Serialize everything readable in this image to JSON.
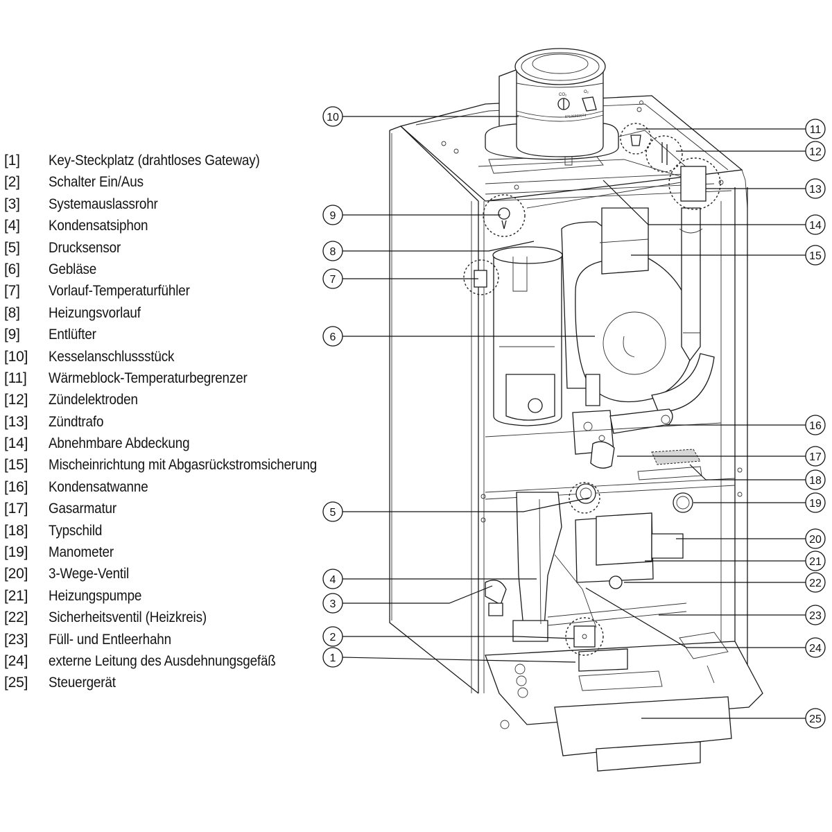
{
  "title": "Gas-Brennwertkessel – Bauteilübersicht",
  "legend": [
    {
      "num": "[1]",
      "label": "Key-Steckplatz (drahtloses Gateway)"
    },
    {
      "num": "[2]",
      "label": "Schalter Ein/Aus"
    },
    {
      "num": "[3]",
      "label": "Systemauslassrohr"
    },
    {
      "num": "[4]",
      "label": "Kondensatsiphon"
    },
    {
      "num": "[5]",
      "label": "Drucksensor"
    },
    {
      "num": "[6]",
      "label": "Gebläse"
    },
    {
      "num": "[7]",
      "label": "Vorlauf-Temperaturfühler"
    },
    {
      "num": "[8]",
      "label": "Heizungsvorlauf"
    },
    {
      "num": "[9]",
      "label": "Entlüfter"
    },
    {
      "num": "[10]",
      "label": "Kesselanschlussstück"
    },
    {
      "num": "[11]",
      "label": "Wärmeblock-Temperaturbegrenzer"
    },
    {
      "num": "[12]",
      "label": "Zündelektroden"
    },
    {
      "num": "[13]",
      "label": "Zündtrafo"
    },
    {
      "num": "[14]",
      "label": "Abnehmbare Abdeckung"
    },
    {
      "num": "[15]",
      "label": "Mischeinrichtung mit Abgasrückstromsicherung"
    },
    {
      "num": "[16]",
      "label": "Kondensatwanne"
    },
    {
      "num": "[17]",
      "label": "Gasarmatur"
    },
    {
      "num": "[18]",
      "label": "Typschild"
    },
    {
      "num": "[19]",
      "label": "Manometer"
    },
    {
      "num": "[20]",
      "label": "3-Wege-Ventil"
    },
    {
      "num": "[21]",
      "label": "Heizungspumpe"
    },
    {
      "num": "[22]",
      "label": "Sicherheitsventil (Heizkreis)"
    },
    {
      "num": "[23]",
      "label": "Füll- und Entleerhahn"
    },
    {
      "num": "[24]",
      "label": "externe Leitung des Ausdehnungsgefäß"
    },
    {
      "num": "[25]",
      "label": "Steuergerät"
    }
  ],
  "callouts": {
    "c1": "1",
    "c2": "2",
    "c3": "3",
    "c4": "4",
    "c5": "5",
    "c6": "6",
    "c7": "7",
    "c8": "8",
    "c9": "9",
    "c10": "10",
    "c11": "11",
    "c12": "12",
    "c13": "13",
    "c14": "14",
    "c15": "15",
    "c16": "16",
    "c17": "17",
    "c18": "18",
    "c19": "19",
    "c20": "20",
    "c21": "21",
    "c22": "22",
    "c23": "23",
    "c24": "24",
    "c25": "25"
  },
  "flue_adapter": {
    "co2_label": "CO₂",
    "o2_label": "O₂",
    "part_number": "87186868874"
  }
}
